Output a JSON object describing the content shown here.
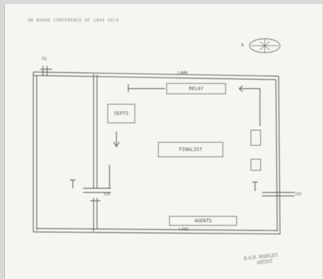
{
  "header": {
    "text": "ON BOARD CONFERENCE OF 1944 30/9"
  },
  "rooms": {
    "top": "RELAY",
    "left": "SEPTS",
    "center": "FINALIST",
    "bottom": "AGENTS"
  },
  "small_labels": {
    "top_wall": "LAWN",
    "left_top": "TG",
    "right_bottom": "DIR",
    "bottom_wall": "LANE",
    "left_bottom": "DIR"
  },
  "compass": {
    "north_label": "N"
  },
  "signature": {
    "line1": "B.A.H. HAWLEY",
    "line2": "ARTIST"
  }
}
